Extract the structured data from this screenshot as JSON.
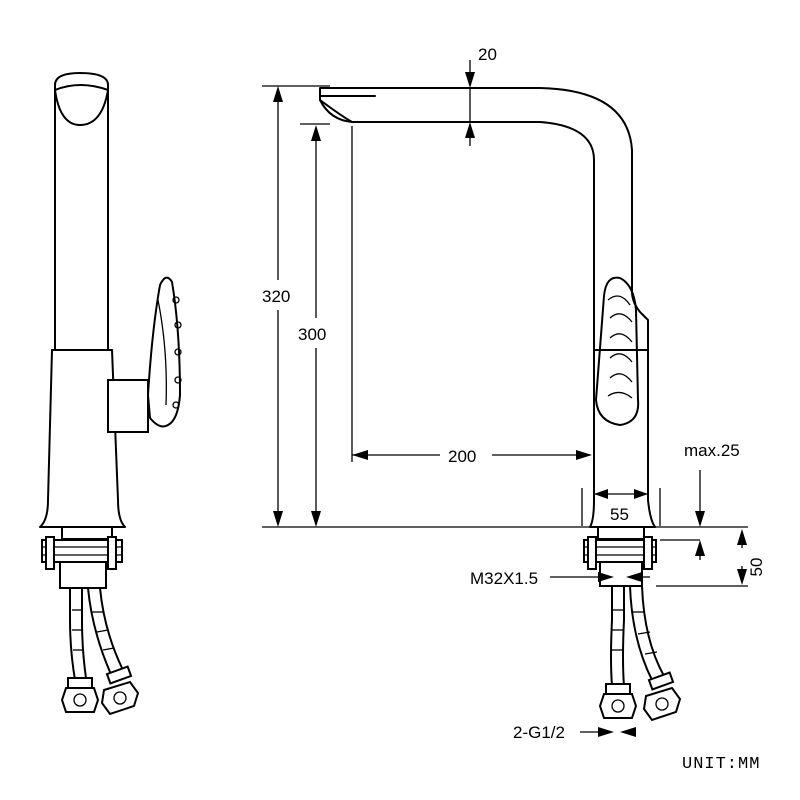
{
  "dimensions": {
    "spout_thickness": "20",
    "total_height": "320",
    "spout_height": "300",
    "reach": "200",
    "base_diameter": "55",
    "max_deck": "max.25",
    "below_deck": "50",
    "thread": "M32X1.5",
    "hose_thread": "2-G1/2"
  },
  "unit": "UNIT:MM"
}
